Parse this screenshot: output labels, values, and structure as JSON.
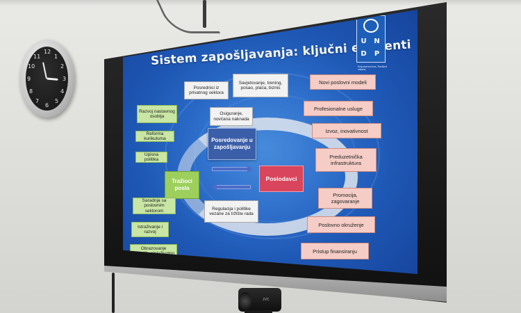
{
  "slide": {
    "title": "Sistem zapošljavanja: ključni elementi",
    "logo_letters": [
      "U",
      "N",
      "D",
      "P"
    ],
    "logo_tagline": "Empowered lives. Resilient nations."
  },
  "diagram": {
    "top_boxes": {
      "posrednici": "Posrednici iz privatnog sektora",
      "savjetovanje": "Savjetovanje, trening, posao, plaća, biznis",
      "osiguranje": "Osiguranje, novčana naknada"
    },
    "center": "Posredovanje u zapošljavanju",
    "job_seekers": "Tražioci posla",
    "employers": "Poslodavci",
    "regulation": "Regulacija i politike vezane za tržište rada",
    "left_boxes": [
      "Razvoj nastavnog osoblja",
      "Reforma kurikuluma",
      "Upisna politika",
      "Saradnja sa poslovnim sektorom",
      "Istraživanje i razvoj",
      "Obrazovanje odraslih, cjeloživotno učenje"
    ],
    "right_boxes": [
      "Novi poslovni modeli",
      "Profesionalne usluge",
      "Izvoz, inovativnost",
      "Preduzetnička infrastruktura",
      "Promocija, zagovaranje",
      "Poslovno okruženje",
      "Pristup finansiranju"
    ]
  },
  "camera": {
    "brand": "JVC"
  },
  "clock": {
    "numbers": [
      "12",
      "1",
      "2",
      "3",
      "4",
      "5",
      "6",
      "7",
      "8",
      "9",
      "10",
      "11"
    ]
  }
}
